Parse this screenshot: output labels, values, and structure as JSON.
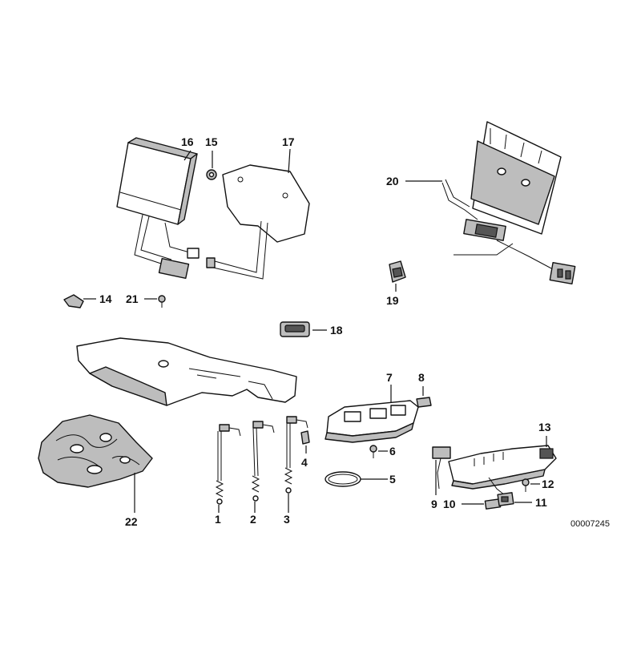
{
  "diagram": {
    "reference_code": "00007245",
    "callouts": {
      "c1": "1",
      "c2": "2",
      "c3": "3",
      "c4": "4",
      "c5": "5",
      "c6": "6",
      "c7": "7",
      "c8": "8",
      "c9": "9",
      "c10": "10",
      "c11": "11",
      "c12": "12",
      "c13": "13",
      "c14": "14",
      "c15": "15",
      "c16": "16",
      "c17": "17",
      "c18": "18",
      "c19": "19",
      "c20": "20",
      "c21": "21",
      "c22": "22"
    }
  }
}
